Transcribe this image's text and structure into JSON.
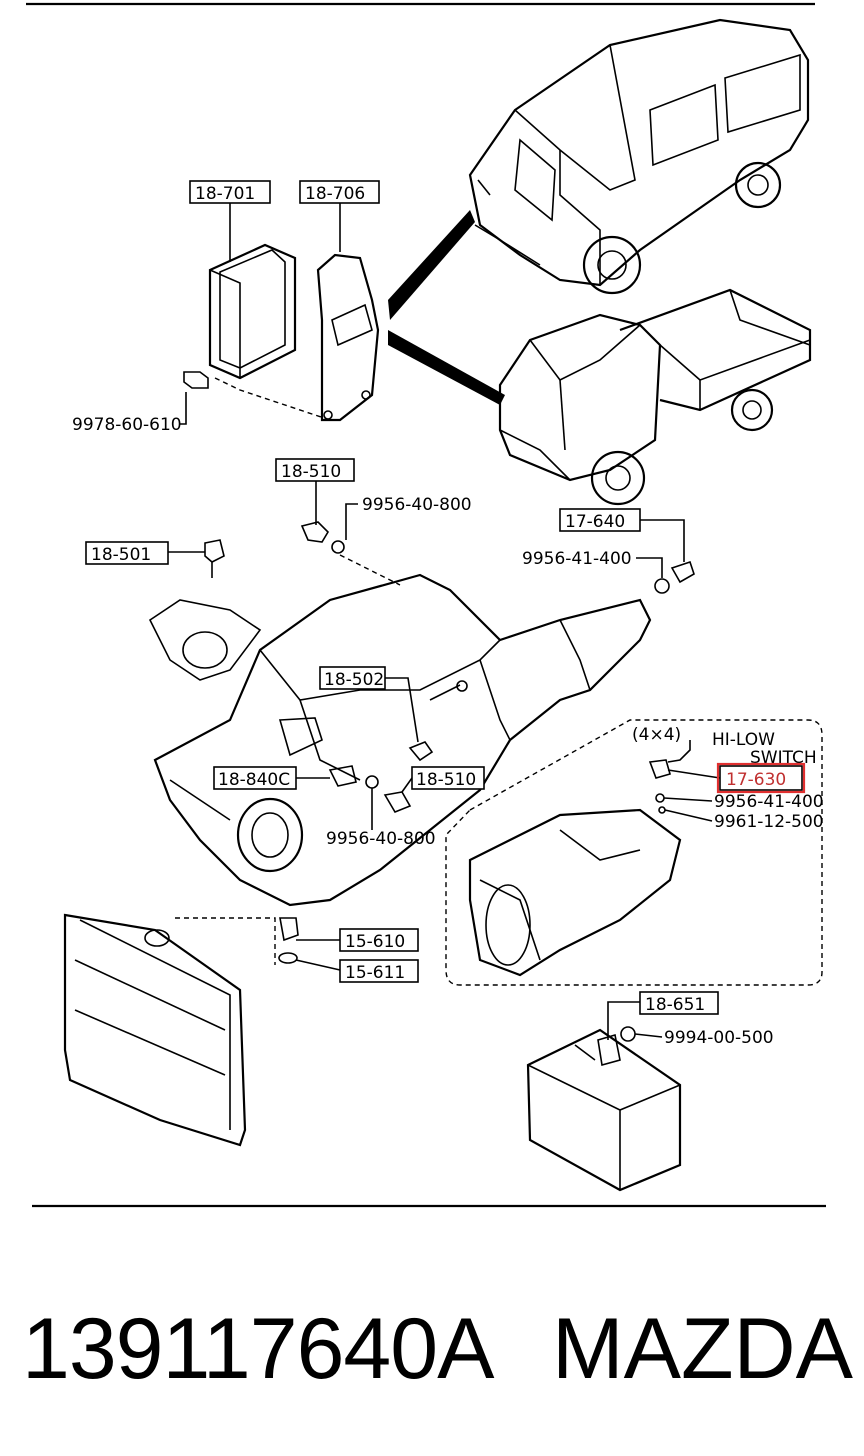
{
  "callouts": {
    "c18_701": "18-701",
    "c18_706": "18-706",
    "c9978_60_610": "9978-60-610",
    "c18_510_top": "18-510",
    "c9956_40_800_top": "9956-40-800",
    "c18_501": "18-501",
    "c17_640": "17-640",
    "c9956_41_400_top": "9956-41-400",
    "c18_502": "18-502",
    "c18_840c": "18-840C",
    "c18_510_bot": "18-510",
    "c9956_40_800_bot": "9956-40-800",
    "c4x4": "(4×4)",
    "hi_low": "HI-LOW",
    "switch": "SWITCH",
    "c17_630": "17-630",
    "c9956_41_400_bot": "9956-41-400",
    "c9961_12_500": "9961-12-500",
    "c15_610": "15-610",
    "c15_611": "15-611",
    "c18_651": "18-651",
    "c9994_00_500": "9994-00-500"
  },
  "highlight_color": "#e03030",
  "footer": {
    "part_number": "139117640A",
    "brand": "MAZDA"
  }
}
